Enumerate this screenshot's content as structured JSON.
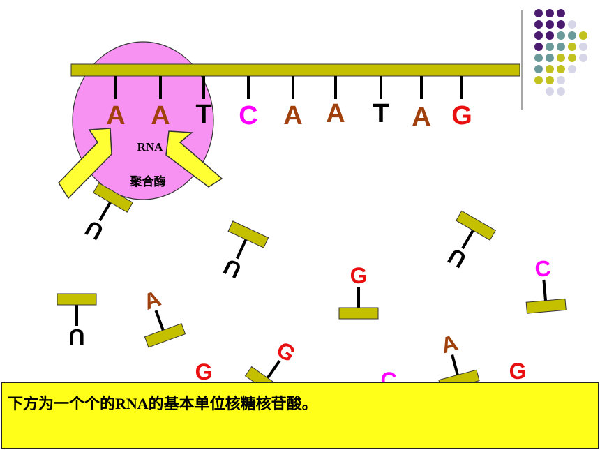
{
  "dna_strand": {
    "bases": [
      "A",
      "A",
      "T",
      "C",
      "A",
      "A",
      "T",
      "A",
      "G"
    ]
  },
  "enzyme": {
    "label_line1": "RNA",
    "label_line2": "聚合酶"
  },
  "free_nucleotides": [
    "U",
    "A",
    "U",
    "U",
    "G",
    "U",
    "C",
    "A",
    "G",
    "G",
    "C",
    "G"
  ],
  "caption": {
    "text": "下方为一个个的RNA的基本单位核糖核苷酸。"
  },
  "colors": {
    "A": "#a0400c",
    "T": "#000000",
    "C": "#ff00ff",
    "G": "#e81010",
    "U": "#000000",
    "backbone": "#c4c000",
    "enzyme_fill": "#f791f2",
    "arrow_fill": "#ffff33",
    "caption_bg": "#ffff19",
    "dot_purple": "#4a1a6e",
    "dot_teal": "#6a9a9a",
    "dot_olive": "#c2c21e",
    "dot_lavender": "#d6d6e8"
  }
}
